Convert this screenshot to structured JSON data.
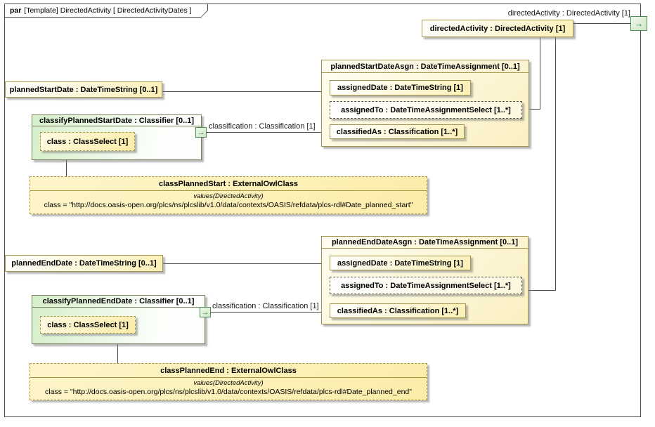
{
  "frame": {
    "keyword": "par",
    "title": "[Template] DirectedActivity [ DirectedActivityDates ]"
  },
  "external": {
    "directed_activity_label": "directedActivity : DirectedActivity [1]",
    "port_arrow": "→"
  },
  "nodes": {
    "directedActivity": {
      "label": "directedActivity : DirectedActivity [1]"
    },
    "plannedStartDate": {
      "label": "plannedStartDate : DateTimeString [0..1]"
    },
    "plannedStartDateAsgn": {
      "title": "plannedStartDateAsgn : DateTimeAssignment [0..1]",
      "parts": [
        "assignedDate : DateTimeString [1]",
        "assignedTo : DateTimeAssignmentSelect [1..*]",
        "classifiedAs : Classification [1..*]"
      ]
    },
    "classifyPlannedStartDate": {
      "title": "classifyPlannedStartDate : Classifier [0..1]",
      "part": "class : ClassSelect [1]",
      "port_arrow": "→"
    },
    "classPlannedStart": {
      "title": "classPlannedStart : ExternalOwlClass",
      "stereotype": "values(DirectedActivity)",
      "value": "class = \"http://docs.oasis-open.org/plcs/ns/plcslib/v1.0/data/contexts/OASIS/refdata/plcs-rdl#Date_planned_start\""
    },
    "plannedEndDate": {
      "label": "plannedEndDate : DateTimeString [0..1]"
    },
    "plannedEndDateAsgn": {
      "title": "plannedEndDateAsgn : DateTimeAssignment [0..1]",
      "parts": [
        "assignedDate : DateTimeString [1]",
        "assignedTo : DateTimeAssignmentSelect [1..*]",
        "classifiedAs : Classification [1..*]"
      ]
    },
    "classifyPlannedEndDate": {
      "title": "classifyPlannedEndDate : Classifier [0..1]",
      "part": "class : ClassSelect [1]",
      "port_arrow": "→"
    },
    "classPlannedEnd": {
      "title": "classPlannedEnd : ExternalOwlClass",
      "stereotype": "values(DirectedActivity)",
      "value": "class = \"http://docs.oasis-open.org/plcs/ns/plcslib/v1.0/data/contexts/OASIS/refdata/plcs-rdl#Date_planned_end\""
    }
  },
  "connectors": {
    "classification_start": "classification : Classification [1]",
    "classification_end": "classification : Classification [1]"
  },
  "colors": {
    "node_border": "#a3954d",
    "node_fill": "#fbf0b6",
    "green_fill": "#d5efca",
    "port_green": "#4e8c55",
    "line": "#4a4a4a"
  }
}
